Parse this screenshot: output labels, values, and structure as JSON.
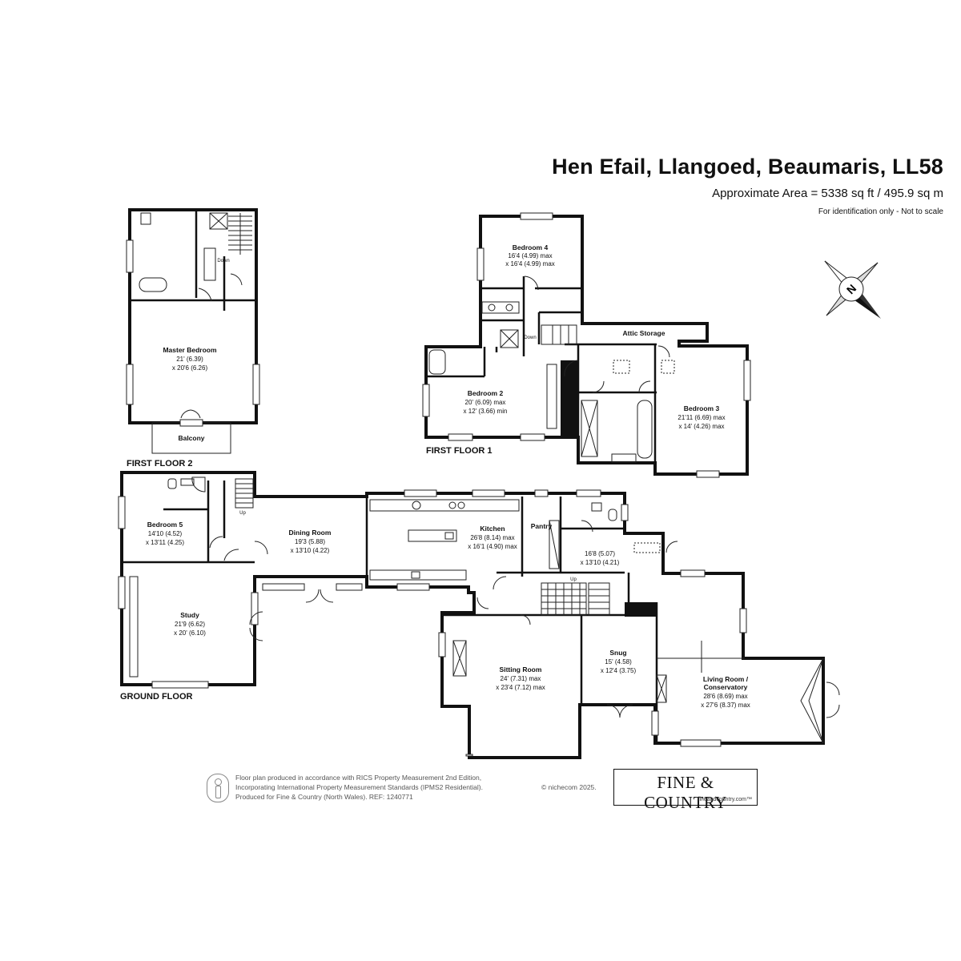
{
  "header": {
    "title": "Hen Efail, Llangoed, Beaumaris, LL58",
    "area": "Approximate Area = 5338 sq ft / 495.9 sq m",
    "note": "For identification only - Not to scale"
  },
  "compass": {
    "label": "N"
  },
  "floors": {
    "first_floor_2": "FIRST FLOOR 2",
    "first_floor_1": "FIRST FLOOR 1",
    "ground_floor": "GROUND FLOOR"
  },
  "rooms": {
    "master_bedroom": {
      "name": "Master Bedroom",
      "dim1": "21' (6.39)",
      "dim2": "x 20'6 (6.26)"
    },
    "balcony": {
      "name": "Balcony"
    },
    "bedroom_4": {
      "name": "Bedroom 4",
      "dim1": "16'4 (4.99) max",
      "dim2": "x 16'4 (4.99) max"
    },
    "attic_storage": {
      "name": "Attic Storage"
    },
    "bedroom_2": {
      "name": "Bedroom 2",
      "dim1": "20' (6.09) max",
      "dim2": "x 12' (3.66) min"
    },
    "bedroom_3": {
      "name": "Bedroom 3",
      "dim1": "21'11 (6.69) max",
      "dim2": "x 14' (4.26) max"
    },
    "bedroom_5": {
      "name": "Bedroom 5",
      "dim1": "14'10 (4.52)",
      "dim2": "x 13'11 (4.25)"
    },
    "study": {
      "name": "Study",
      "dim1": "21'9 (6.62)",
      "dim2": "x 20' (6.10)"
    },
    "dining_room": {
      "name": "Dining Room",
      "dim1": "19'3 (5.88)",
      "dim2": "x 13'10 (4.22)"
    },
    "kitchen": {
      "name": "Kitchen",
      "dim1": "26'8 (8.14) max",
      "dim2": "x 16'1 (4.90) max"
    },
    "pantry": {
      "name": "Pantry"
    },
    "utility": {
      "dim1": "16'8 (5.07)",
      "dim2": "x 13'10 (4.21)"
    },
    "sitting_room": {
      "name": "Sitting Room",
      "dim1": "24' (7.31) max",
      "dim2": "x 23'4 (7.12) max"
    },
    "snug": {
      "name": "Snug",
      "dim1": "15' (4.58)",
      "dim2": "x 12'4 (3.75)"
    },
    "living_room": {
      "name1": "Living Room /",
      "name2": "Conservatory",
      "dim1": "28'6 (8.69) max",
      "dim2": "x 27'6 (8.37) max"
    }
  },
  "stairs": {
    "down": "Down",
    "up": "Up"
  },
  "footer": {
    "line1": "Floor plan produced in accordance with RICS Property Measurement 2nd Edition,",
    "line2": "Incorporating International Property Measurement Standards (IPMS2 Residential).",
    "line3": "Produced for Fine & Country (North Wales).   REF: 1240771",
    "copyright": "© nichecom 2025.",
    "logo": "FINE & COUNTRY",
    "logo_url": "fineandcountry.com™"
  }
}
